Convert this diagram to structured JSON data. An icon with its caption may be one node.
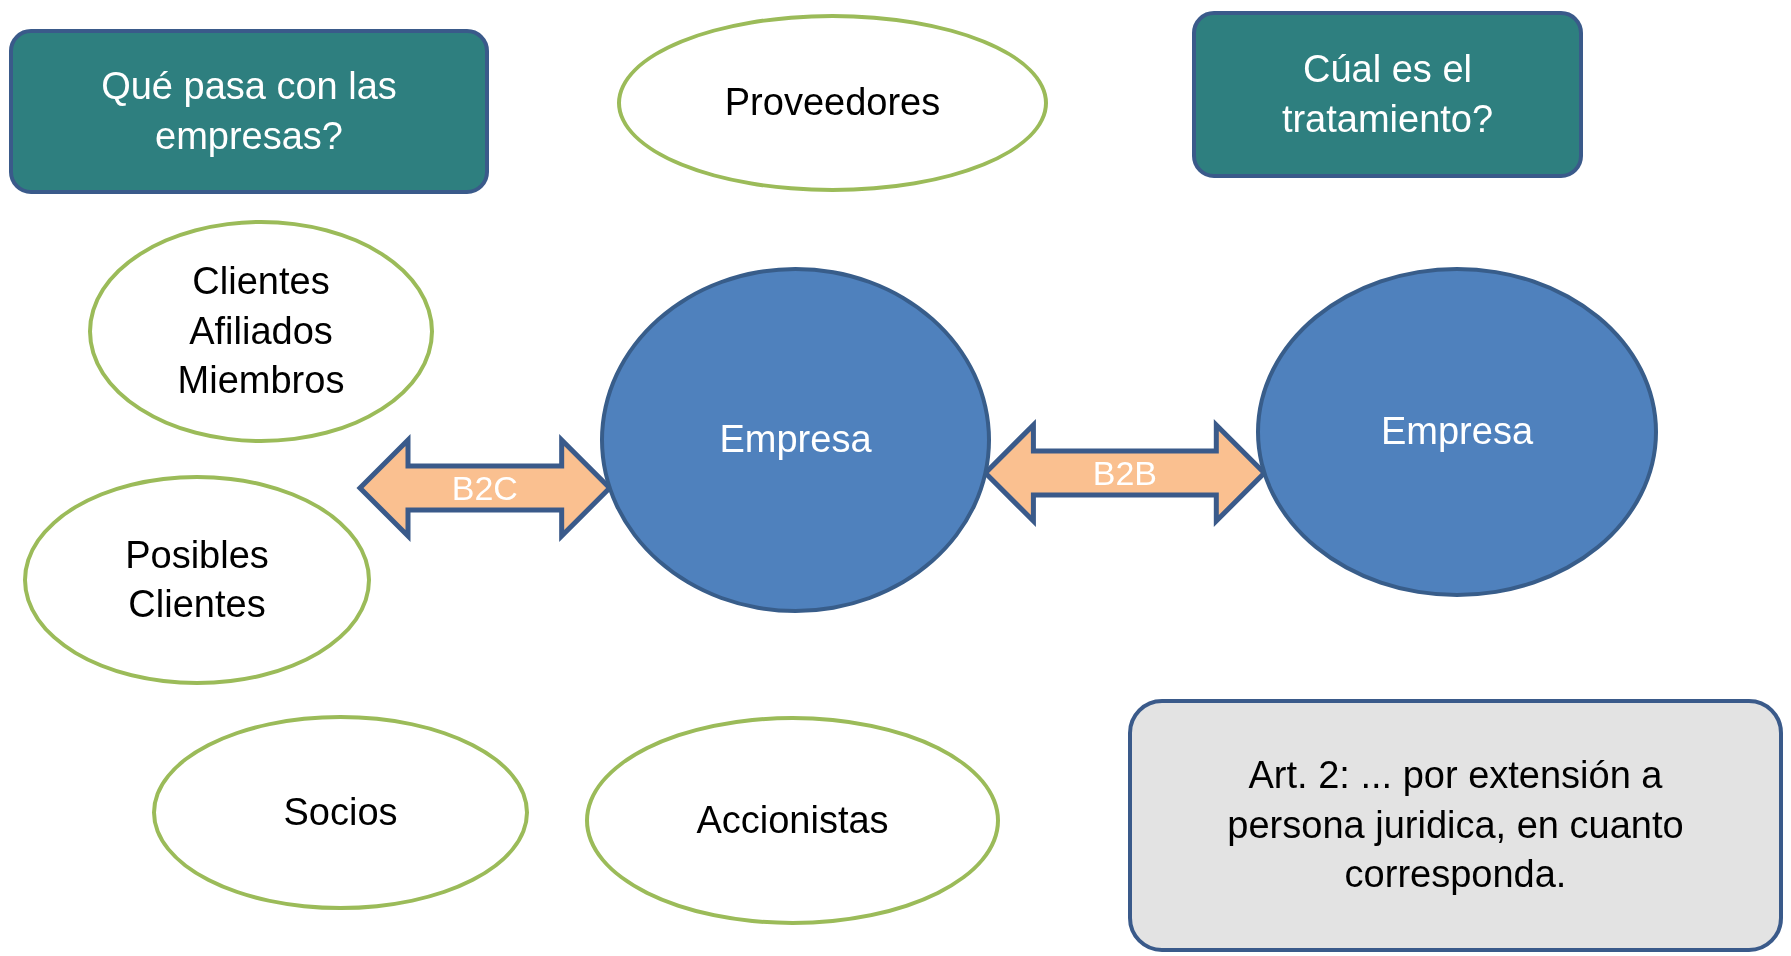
{
  "diagram": {
    "nodes": [
      {
        "text": [
          "Qué pasa con las empresas?"
        ]
      },
      {
        "text": [
          "Proveedores"
        ]
      },
      {
        "text": [
          "Cúal es el tratamiento?"
        ]
      },
      {
        "text": [
          "Clientes Afiliados Miembros"
        ]
      },
      {
        "text": [
          "Empresa"
        ]
      },
      {
        "text": [
          "Empresa"
        ]
      },
      {
        "text": [
          "Posibles Clientes"
        ]
      },
      {
        "text": [
          "Socios"
        ]
      },
      {
        "text": [
          "Accionistas"
        ]
      },
      {
        "text": [
          "Art. 2: ... por extensión a persona juridica, en cuanto corresponda."
        ]
      }
    ],
    "edges": [
      {
        "from": null,
        "to": 4,
        "arrow": "both",
        "label": "B2C"
      },
      {
        "from": 4,
        "to": 5,
        "arrow": "both",
        "label": "B2B"
      }
    ]
  }
}
